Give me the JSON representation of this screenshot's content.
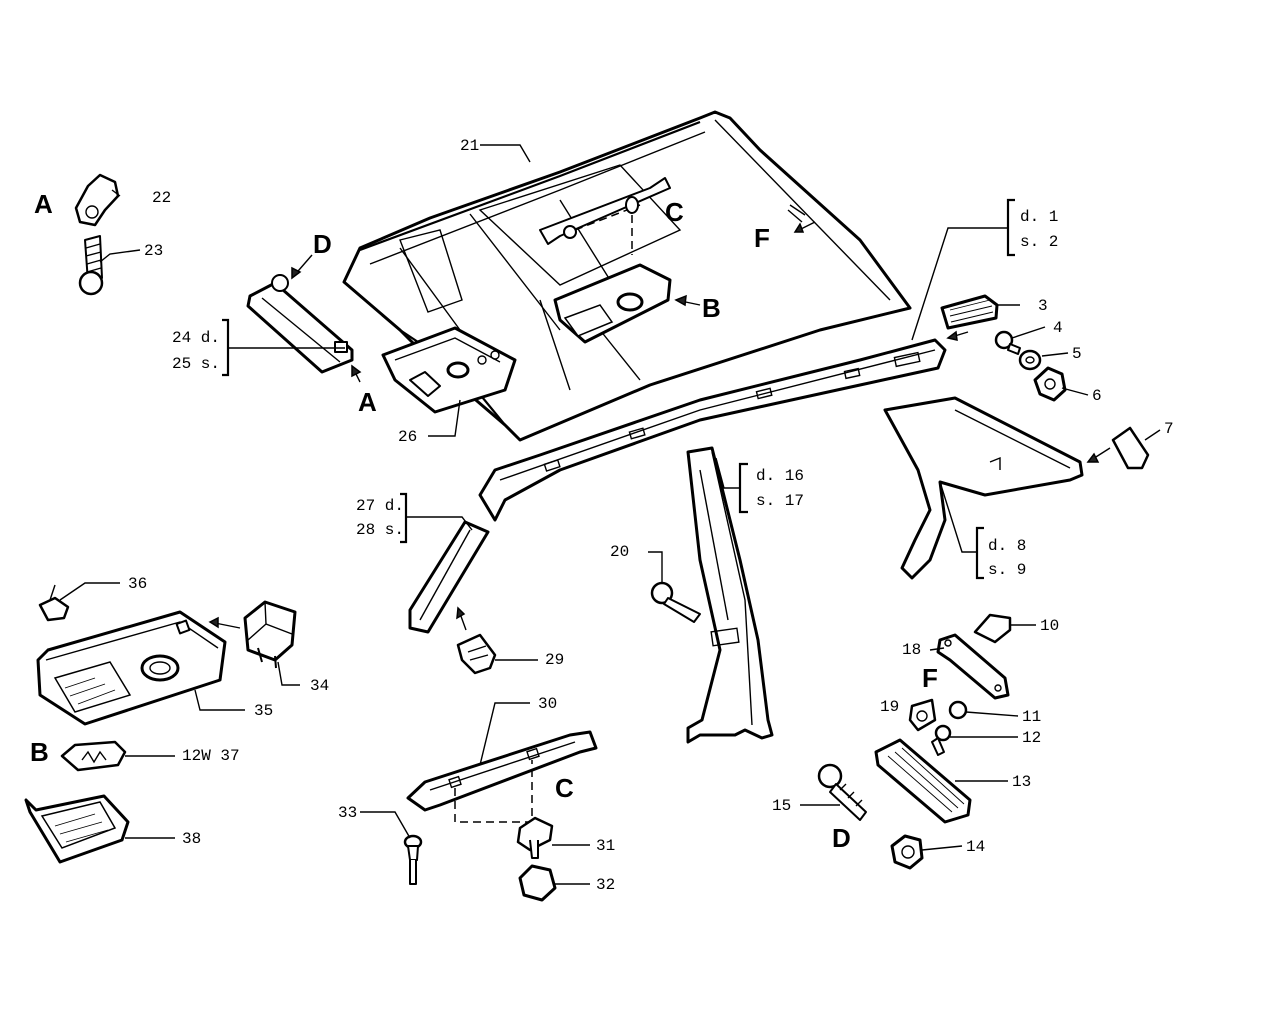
{
  "letters": {
    "A1": "A",
    "A2": "A",
    "B1": "B",
    "B2": "B",
    "C1": "C",
    "C2": "C",
    "D1": "D",
    "D2": "D",
    "F1": "F",
    "F2": "F"
  },
  "labels": {
    "l1": "d. 1",
    "l2": "s. 2",
    "l3": "3",
    "l4": "4",
    "l5": "5",
    "l6": "6",
    "l7": "7",
    "l8": "d. 8",
    "l9": "s. 9",
    "l10": "10",
    "l11": "11",
    "l12": "12",
    "l13": "13",
    "l14": "14",
    "l15": "15",
    "l16": "d. 16",
    "l17": "s. 17",
    "l18": "18",
    "l19": "19",
    "l20": "20",
    "l21": "21",
    "l22": "22",
    "l23": "23",
    "l24": "24 d.",
    "l25": "25 s.",
    "l26": "26",
    "l27": "27 d.",
    "l28": "28 s.",
    "l29": "29",
    "l30": "30",
    "l31": "31",
    "l32": "32",
    "l33": "33",
    "l34": "34",
    "l35": "35",
    "l36": "36",
    "l37": "12W 37",
    "l38": "38"
  }
}
